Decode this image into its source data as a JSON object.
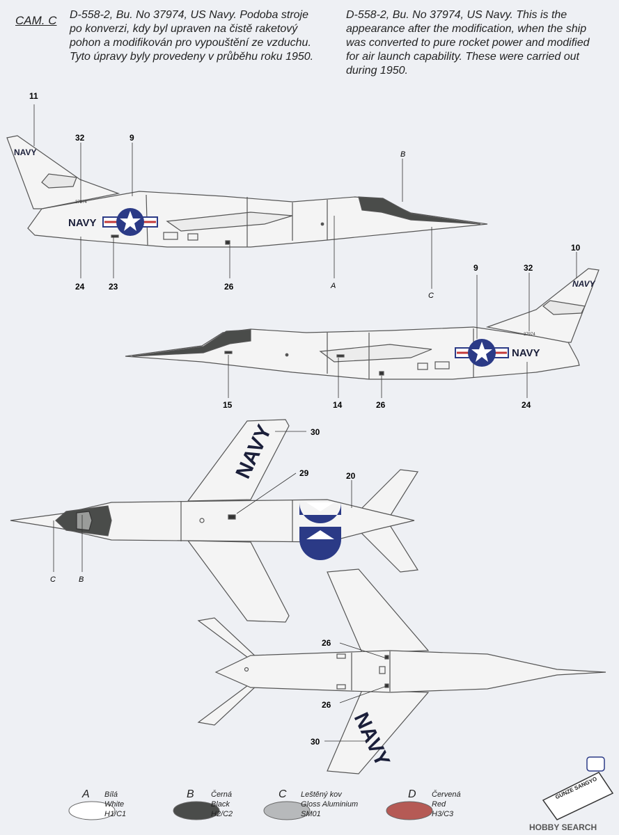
{
  "header": {
    "cam_label": "CAM. C",
    "desc_cz": "D-558-2, Bu. No 37974, US Navy. Podoba stroje po konverzi, kdy byl upraven na čistě raketový pohon a modifikován pro vypouštění ze vzduchu. Tyto úpravy byly provedeny v průběhu roku 1950.",
    "desc_en": "D-558-2, Bu. No 37974, US Navy. This is the appearance after the modification, when the ship was converted to pure rocket power and modified for air launch capability. These were carried out during 1950."
  },
  "markings": {
    "navy": "NAVY",
    "serial": "37974",
    "serial_small": "D558\n37974"
  },
  "callouts": {
    "side1": [
      "11",
      "32",
      "9",
      "B",
      "24",
      "23",
      "26",
      "A",
      "C"
    ],
    "side2": [
      "10",
      "9",
      "32",
      "15",
      "14",
      "26",
      "24"
    ],
    "top": [
      "30",
      "29",
      "20",
      "C",
      "B"
    ],
    "bottom": [
      "26",
      "26",
      "30"
    ]
  },
  "legend": [
    {
      "letter": "A",
      "cz": "Bílá",
      "en": "White",
      "code": "H1/C1",
      "color": "#ffffff"
    },
    {
      "letter": "B",
      "cz": "Černá",
      "en": "Black",
      "code": "H2/C2",
      "color": "#4a4c4a"
    },
    {
      "letter": "C",
      "cz": "Leštěný kov",
      "en": "Gloss Aluminium",
      "code": "SM01",
      "color": "#b7b9bb"
    },
    {
      "letter": "D",
      "cz": "Červená",
      "en": "Red",
      "code": "H3/C3",
      "color": "#b55a55"
    }
  ],
  "branding": {
    "gunze": "GUNZE SANGYO",
    "hobby_search": "HOBBY SEARCH"
  },
  "colors": {
    "navy_blue": "#2b3a86",
    "insignia_red": "#c33a3a",
    "airframe": "#f4f4f4",
    "outline": "#555555"
  }
}
